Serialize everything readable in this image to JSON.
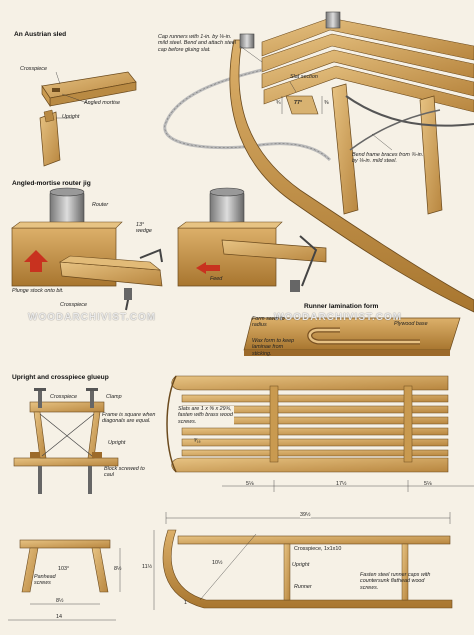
{
  "title": "An Austrian sled",
  "crosspiece_label": "Crosspiece",
  "angled_mortise_label": "Angled mortise",
  "upright_label": "Upright",
  "cap_runners_note": "Cap runners with 1-in. by ⅛-in. mild steel. Bend and attach steel cap before gluing slat.",
  "slat_section_label": "Slat section",
  "slat_angle": "77°",
  "slat_dim_left": "¾",
  "slat_dim_right": "⅜",
  "bend_braces_note": "Bend frame braces from ¾-in. by ⅛-in. mild steel.",
  "jig_title": "Angled-mortise router jig",
  "router_label": "Router",
  "wedge_label": "13° wedge",
  "plunge_label": "Plunge stock onto bit.",
  "crosspiece2_label": "Crosspiece",
  "feed_label": "Feed",
  "watermark": "WOODARCHIVIST.COM",
  "lamination_title": "Runner lamination form",
  "form_sawn_label": "Form sawn to radius",
  "plywood_label": "Plywood base",
  "wax_label": "Wax form to keep laminae from sticking.",
  "glueup_title": "Upright and crosspiece glueup",
  "crosspiece3_label": "Crosspiece",
  "clamp_label": "Clamp",
  "frame_square_note": "Frame is square when diagonals are equal.",
  "upright2_label": "Upright",
  "block_label": "Block screwed to caul",
  "slats_note": "Slats are 1 x ⅝ x 29¾, fasten with brass wood screws.",
  "slat_gap": "³⁄₁₆",
  "dim_left": "5⅛",
  "dim_mid": "17½",
  "dim_right": "5⅛",
  "overall_length": "39½",
  "crosspiece_dim": "Crosspiece, 1x1x10",
  "upright3_label": "Upright",
  "runner_label": "Runner",
  "fasten_note": "Fasten steel runner caps with countersunk flathead wood screws.",
  "radius_label": "10½",
  "height_label": "11½",
  "scale_label": "1",
  "angle_label": "103°",
  "panhead_label": "Panhead screws",
  "upright_height": "8½",
  "inner_width": "8½",
  "outer_width": "14"
}
